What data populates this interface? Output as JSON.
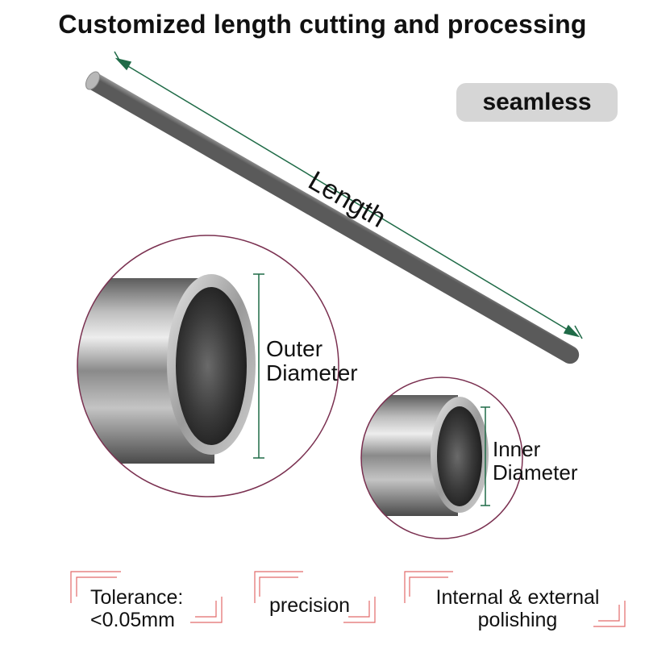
{
  "title": "Customized length cutting and processing",
  "badge": "seamless",
  "labels": {
    "length": "Length",
    "outer_line1": "Outer",
    "outer_line2": "Diameter",
    "inner_line1": "Inner",
    "inner_line2": "Diameter"
  },
  "features": {
    "tolerance_line1": "Tolerance:",
    "tolerance_line2": "<0.05mm",
    "precision": "precision",
    "polishing_line1": "Internal & external",
    "polishing_line2": "polishing"
  },
  "colors": {
    "dimension_line": "#1f6b47",
    "circle_border": "#7a3050",
    "frame_accent": "#e26a6a",
    "badge_bg": "#d6d6d6"
  }
}
